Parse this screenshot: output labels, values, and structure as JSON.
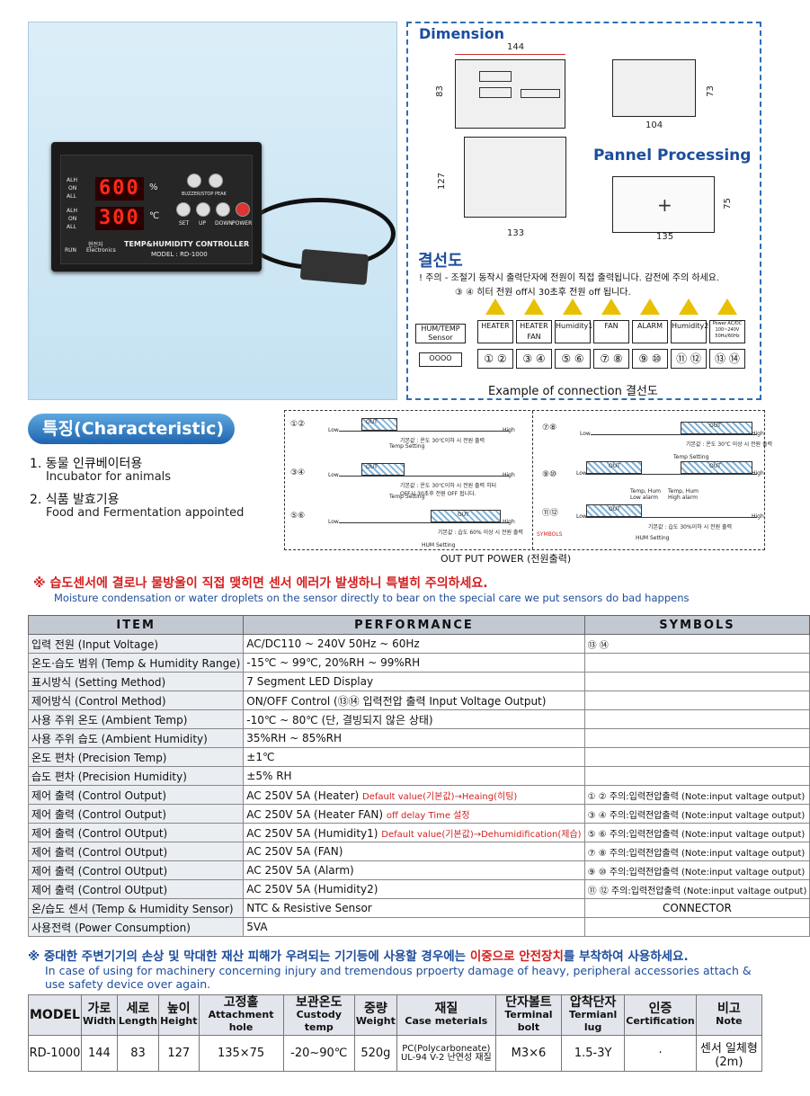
{
  "photo": {
    "display1": "600",
    "display2": "300",
    "unit1": "%",
    "unit2": "℃",
    "leds1": [
      "ALH",
      "ON",
      "ALL"
    ],
    "leds2": [
      "ALH",
      "ON",
      "ALL"
    ],
    "btn_top_labels": "BUZZER/STOP  PEAK",
    "btn_bottom_labels": [
      "SET",
      "UP",
      "DOWN",
      "POWER"
    ],
    "brand_ko": "현전자",
    "brand_en": "Electronics",
    "run": "RUN",
    "product_name": "TEMP&HUMIDITY CONTROLLER",
    "model_line": "MODEL : RD-1000"
  },
  "dimension": {
    "title": "Dimension",
    "w144": "144",
    "h83": "83",
    "h73": "73",
    "d104": "104",
    "h127": "127",
    "w133": "133",
    "pannel_title": "Pannel Processing",
    "h75": "75",
    "w135": "135",
    "wiring_title": "결선도",
    "note1": "! 주의 - 조절기 동작시 출력단자에 전원이 직접 출력됩니다. 감전에 주의 하세요.",
    "note2": "③ ④ 히터 전원 off시 30초후 전원 off 됩니다.",
    "sensor_label": "HUM/TEMP Sensor",
    "terminals": [
      {
        "label": "HEATER",
        "nums": "① ②"
      },
      {
        "label": "HEATER FAN",
        "nums": "③ ④"
      },
      {
        "label": "Humidity1",
        "nums": "⑤ ⑥"
      },
      {
        "label": "FAN",
        "nums": "⑦ ⑧"
      },
      {
        "label": "ALARM",
        "nums": "⑨ ⑩"
      },
      {
        "label": "Humidity2",
        "nums": "⑪ ⑫"
      },
      {
        "label": "Power AC/DC 100~240V 50Hz/60Hz",
        "nums": "⑬ ⑭"
      }
    ],
    "example": "Example of connection 결선도"
  },
  "characteristic": {
    "pill": "특징(Characteristic)",
    "items": [
      {
        "ko": "1. 동물 인큐베이터용",
        "en": "Incubator for animals"
      },
      {
        "ko": "2. 식품 발효기용",
        "en": "Food and Fermentation appointed"
      }
    ]
  },
  "graphs": {
    "g12": "①②",
    "g34": "③④",
    "g56": "⑤⑥",
    "g78": "⑦⑧",
    "g910": "⑨⑩",
    "g1112": "⑪⑫",
    "low": "Low",
    "high": "High",
    "out": "OUT",
    "temp_setting": "Temp Setting",
    "hum_setting": "HUM Setting",
    "note12": "기본값 : 온도 30℃이하 시 전원 출력",
    "note34": "기본값 : 온도 30℃이하 시 전원 출력 히터 OFF시 30초후 전원 OFF 됩니다.",
    "note56": "기본값 : 습도 60% 이상 시 전원 출력",
    "note78": "기본값 : 온도 30℃ 이상 시 전원 출력",
    "note910a": "Temp, Hum Low alarm",
    "note910b": "Temp, Hum High alarm",
    "note1112": "기본값 : 습도 30%이하 시 전원 출력",
    "symbols": "SYMBOLS",
    "caption": "OUT PUT POWER (전원출력)"
  },
  "notice": {
    "ko": "※ 습도센서에 결로나 물방울이 직접 맺히면 센서 에러가 발생하니 특별히 주의하세요.",
    "en": "Moisture condensation or water droplets on the sensor directly to bear on the special care we put sensors do bad happens"
  },
  "spec": {
    "headers": [
      "ITEM",
      "PERFORMANCE",
      "SYMBOLS"
    ],
    "rows": [
      {
        "item": "입력 전원 (Input Voltage)",
        "perf": "AC/DC110 ~ 240V      50Hz ~ 60Hz",
        "perf_red": "",
        "sym": "⑬ ⑭"
      },
      {
        "item": "온도·습도 범위 (Temp & Humidity Range)",
        "perf": "-15℃ ~ 99℃, 20%RH ~ 99%RH",
        "perf_red": "",
        "sym": ""
      },
      {
        "item": "표시방식 (Setting Method)",
        "perf": "7 Segment LED Display",
        "perf_red": "",
        "sym": ""
      },
      {
        "item": "제어방식 (Control Method)",
        "perf": "ON/OFF Control (⑬⑭ 입력전압 출력 Input Voltage Output)",
        "perf_red": "",
        "sym": ""
      },
      {
        "item": "사용 주위 온도 (Ambient Temp)",
        "perf": "-10℃ ~ 80℃ (단, 결빙되지 않은 상태)",
        "perf_red": "",
        "sym": ""
      },
      {
        "item": "사용 주위 습도 (Ambient Humidity)",
        "perf": "35%RH ~ 85%RH",
        "perf_red": "",
        "sym": ""
      },
      {
        "item": "온도 편차 (Precision Temp)",
        "perf": "±1℃",
        "perf_red": "",
        "sym": ""
      },
      {
        "item": "습도 편차 (Precision Humidity)",
        "perf": "±5% RH",
        "perf_red": "",
        "sym": ""
      },
      {
        "item": "제어 출력 (Control Output)",
        "perf": "AC 250V 5A (Heater) ",
        "perf_red": "Default value(기본값)→Heaing(히팅)",
        "sym": "① ② 주의:입력전압출력 (Note:input valtage output)"
      },
      {
        "item": "제어 출력 (Control Output)",
        "perf": "AC 250V 5A (Heater FAN) ",
        "perf_red": "off delay Time 설정",
        "sym": "③ ④ 주의:입력전압출력 (Note:input valtage output)"
      },
      {
        "item": "제어 출력 (Control OUtput)",
        "perf": "AC 250V 5A (Humidity1) ",
        "perf_red": "Default value(기본값)→Dehumidification(제습)",
        "sym": "⑤ ⑥ 주의:입력전압출력 (Note:input valtage output)"
      },
      {
        "item": "제어 출력 (Control OUtput)",
        "perf": "AC 250V 5A (FAN)",
        "perf_red": "",
        "sym": "⑦ ⑧ 주의:입력전압출력 (Note:input valtage output)"
      },
      {
        "item": "제어 출력 (Control OUtput)",
        "perf": "AC 250V 5A (Alarm)",
        "perf_red": "",
        "sym": "⑨ ⑩ 주의:입력전압출력 (Note:input valtage output)"
      },
      {
        "item": "제어 출력 (Control OUtput)",
        "perf": "AC 250V 5A (Humidity2)",
        "perf_red": "",
        "sym": "⑪ ⑫ 주의:입력전압출력 (Note:input valtage output)"
      },
      {
        "item": "온/습도 센서 (Temp & Humidity Sensor)",
        "perf": "NTC & Resistive Sensor",
        "perf_red": "",
        "sym": "CONNECTOR"
      },
      {
        "item": "사용전력 (Power Consumption)",
        "perf": "5VA",
        "perf_red": "",
        "sym": ""
      }
    ]
  },
  "warning2": {
    "ko_pre": "※ 중대한 주변기기의 손상 및 막대한 재산 피해가 우려되는 기기등에 사용할 경우에는 ",
    "ko_red": "이중으로 안전장치",
    "ko_post": "를 부착하여 사용하세요.",
    "en": "In case of using for machinery concerning injury and tremendous prpoerty damage of heavy, peripheral accessories attach & use safety device over again."
  },
  "model_table": {
    "headers": [
      {
        "ko": "MODEL",
        "en": ""
      },
      {
        "ko": "가로",
        "en": "Width"
      },
      {
        "ko": "세로",
        "en": "Length"
      },
      {
        "ko": "높이",
        "en": "Height"
      },
      {
        "ko": "고정홀",
        "en": "Attachment hole"
      },
      {
        "ko": "보관온도",
        "en": "Custody temp"
      },
      {
        "ko": "중량",
        "en": "Weight"
      },
      {
        "ko": "재질",
        "en": "Case meterials"
      },
      {
        "ko": "단자볼트",
        "en": "Terminal bolt"
      },
      {
        "ko": "압착단자",
        "en": "Termianl lug"
      },
      {
        "ko": "인증",
        "en": "Certification"
      },
      {
        "ko": "비고",
        "en": "Note"
      }
    ],
    "row": [
      "RD-1000",
      "144",
      "83",
      "127",
      "135×75",
      "-20~90℃",
      "520g",
      "PC(Polycarboneate) UL-94 V-2 난연성 재질",
      "M3×6",
      "1.5-3Y",
      "·",
      "센서 일체형 (2m)"
    ]
  }
}
